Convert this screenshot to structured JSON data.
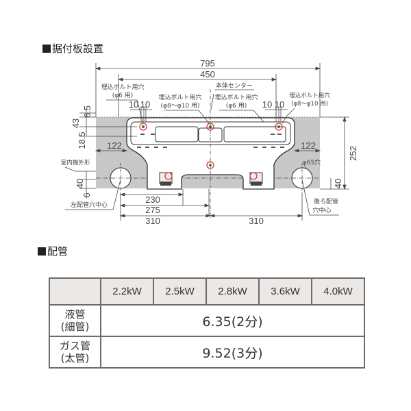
{
  "sections": {
    "installation_plate_title": "据付板設置",
    "piping_title": "配管"
  },
  "diagram": {
    "dims": {
      "overall_width": "795",
      "bolt_span": "450",
      "left_gap_a": "10",
      "left_gap_b": "10",
      "right_gap_a": "10",
      "right_gap_b": "10",
      "top_offset": "6.5",
      "upper_height": "43",
      "mid_height": "18.5",
      "left_margin": "122",
      "right_margin": "122",
      "height_total": "252",
      "left_hole_height": "40",
      "right_hole_height": "40",
      "bottom_offset": "6",
      "dist_230": "230",
      "dist_275": "275",
      "left_310": "310",
      "right_310": "310"
    },
    "labels": {
      "bolt_hole_left_1": "埋込ボルト用穴",
      "bolt_hole_left_1_sub": "(φ6 用)",
      "bolt_hole_left_2": "埋込ボルト用穴",
      "bolt_hole_left_2_sub": "(φ8～φ10 用)",
      "body_center": "本体センター",
      "bolt_hole_center": "埋込ボルト用穴",
      "bolt_hole_center_sub": "(φ6 用)",
      "bolt_hole_right": "埋込ボルト用穴",
      "bolt_hole_right_sub": "(φ8～φ10 用)",
      "indoor_outline": "室内機外形",
      "hole_diameter": "φ65穴",
      "left_pipe_hole_center": "左配管穴中心",
      "rear_pipe_hole_center_1": "後ろ配管",
      "rear_pipe_hole_center_2": "穴中心"
    },
    "colors": {
      "shade": "#c8c8c8",
      "line": "#444444",
      "marker": "#e03030"
    }
  },
  "piping_table": {
    "columns": [
      "2.2kW",
      "2.5kW",
      "2.8kW",
      "3.6kW",
      "4.0kW"
    ],
    "rows": [
      {
        "header_line1": "液管",
        "header_line2": "(細管)",
        "value": "6.35(2分)"
      },
      {
        "header_line1": "ガス管",
        "header_line2": "(太管)",
        "value": "9.52(3分)"
      }
    ],
    "colors": {
      "header_bg": "#ece8e6",
      "border": "#6b6b6b"
    }
  }
}
